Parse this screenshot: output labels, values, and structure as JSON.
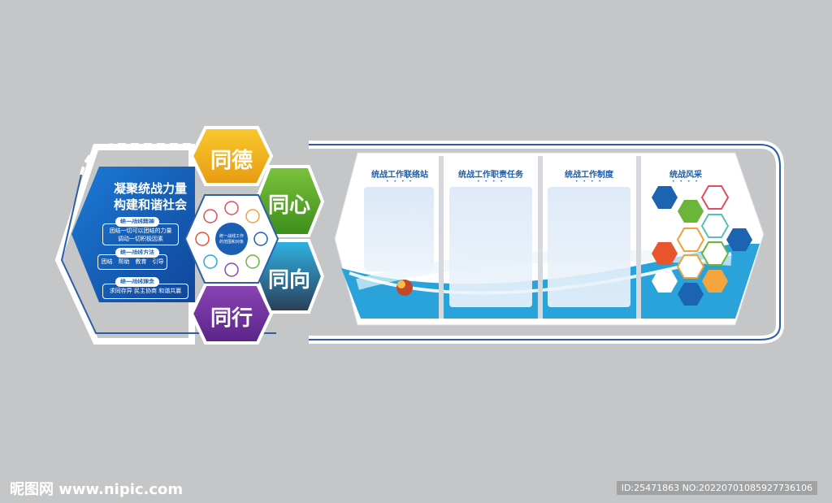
{
  "left_panel": {
    "title_line1": "凝聚统战力量",
    "title_line2": "构建和谐社会",
    "sections": [
      {
        "label": "统一战线精神",
        "body_line1": "团结一切可以团结的力量",
        "body_line2": "调动一切积极因素"
      },
      {
        "label": "统一战线方法",
        "body_line1": "团结　帮助　教育　引导",
        "body_line2": ""
      },
      {
        "label": "统一战线理念",
        "body_line1": "求同存异  民主协商  和谐共赢",
        "body_line2": ""
      }
    ]
  },
  "hexagons": {
    "top": "同德",
    "right_top": "同心",
    "right_bottom": "同向",
    "bottom": "同行",
    "center_line1": "统一战线工作",
    "center_line2": "的范围和对象"
  },
  "columns": [
    {
      "title": "统战工作联络站"
    },
    {
      "title": "统战工作职责任务"
    },
    {
      "title": "统战工作制度"
    },
    {
      "title": "统战风采"
    }
  ],
  "dots": "• • • •",
  "watermark": {
    "left": "昵图网 www.nipic.com",
    "right": "ID:25471863 NO:20220701085927736106"
  },
  "colors": {
    "blue": "#1b5fb5",
    "yellow": "#f6b51c",
    "green": "#5aae27",
    "teal": "#2aa9d8",
    "purple": "#6a2f9a"
  }
}
